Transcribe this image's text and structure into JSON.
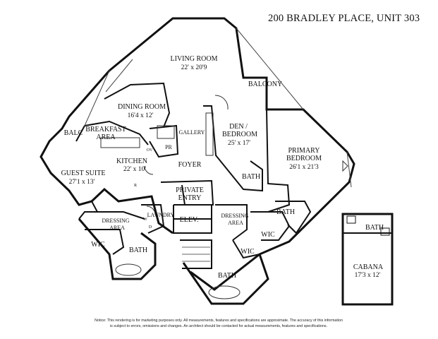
{
  "title": "200 BRADLEY PLACE, UNIT 303",
  "rooms": {
    "living_room": {
      "name": "LIVING ROOM",
      "dims": "22' x 20'9"
    },
    "balcony": {
      "name": "BALCONY"
    },
    "dining_room": {
      "name": "DINING ROOM",
      "dims": "16'4 x 12'"
    },
    "den": {
      "name_line1": "DEN /",
      "name_line2": "BEDROOM",
      "dims": "25' x 17'"
    },
    "breakfast": {
      "name_line1": "BREAKFAST",
      "name_line2": "AREA"
    },
    "balc": {
      "name": "BALC"
    },
    "gallery": {
      "name": "GALLERY"
    },
    "pr": {
      "name": "PR"
    },
    "ov": {
      "name": "OV"
    },
    "kitchen": {
      "name": "KITCHEN",
      "dims": "22' x 10'"
    },
    "foyer": {
      "name": "FOYER"
    },
    "guest_suite": {
      "name": "GUEST SUITE",
      "dims": "27'1 x 13'"
    },
    "primary_bedroom": {
      "name_line1": "PRIMARY",
      "name_line2": "BEDROOM",
      "dims": "26'1 x 21'3"
    },
    "bath_den": {
      "name": "BATH"
    },
    "private_entry": {
      "name_line1": "PRIVATE",
      "name_line2": "ENTRY"
    },
    "r_label": {
      "name": "R"
    },
    "laundry": {
      "name": "LAUNDRY"
    },
    "w_label": {
      "name": "W"
    },
    "d_label": {
      "name": "D"
    },
    "elev": {
      "name": "ELEV."
    },
    "dressing_guest": {
      "name_line1": "DRESSING",
      "name_line2": "AREA"
    },
    "dressing_primary": {
      "name_line1": "DRESSING",
      "name_line2": "AREA"
    },
    "bath_primary_upper": {
      "name": "BATH"
    },
    "wic_primary_right": {
      "name": "WIC"
    },
    "wic_primary_left": {
      "name": "WIC"
    },
    "wic_guest": {
      "name": "WIC"
    },
    "bath_guest": {
      "name": "BATH"
    },
    "bath_primary": {
      "name": "BATH"
    },
    "cabana": {
      "name": "CABANA",
      "dims": "17'3 x 12'"
    },
    "bath_cabana": {
      "name": "BATH"
    }
  },
  "notice": {
    "line1": "Notice: This rendering is for marketing purposes only. All measurements, features and specifications are approximate. The accuracy of this information",
    "line2": "is subject to errors, omissions and changes. An architect should be contacted for actual measurements, features and specifications."
  }
}
